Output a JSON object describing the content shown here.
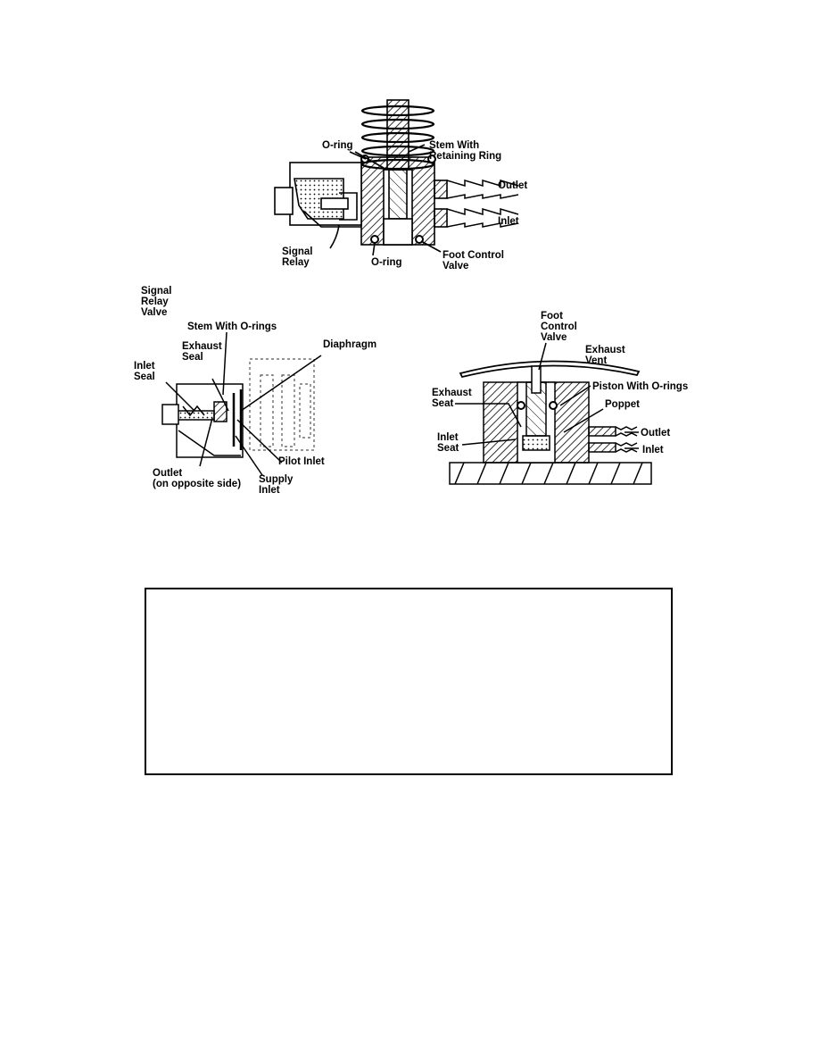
{
  "top_diagram": {
    "labels": {
      "o_ring_top": "O-ring",
      "stem_retaining": "Stem With\nRetaining Ring",
      "outlet": "Outlet",
      "inlet": "Inlet",
      "signal_relay": "Signal\nRelay",
      "o_ring_bottom": "O-ring",
      "foot_control_valve": "Foot Control\nValve"
    }
  },
  "left_diagram": {
    "labels": {
      "title": "Signal\nRelay\nValve",
      "stem_orings": "Stem With O-rings",
      "diaphragm": "Diaphragm",
      "exhaust_seal": "Exhaust\nSeal",
      "inlet_seal": "Inlet\nSeal",
      "pilot_inlet": "Pilot Inlet",
      "outlet_opposite": "Outlet\n(on opposite side)",
      "supply_inlet": "Supply\nInlet"
    }
  },
  "right_diagram": {
    "labels": {
      "title": "Foot\nControl\nValve",
      "exhaust_vent": "Exhaust\nVent",
      "exhaust_seat": "Exhaust\nSeat",
      "piston_orings": "Piston With O-rings",
      "poppet": "Poppet",
      "outlet": "Outlet",
      "inlet_seat": "Inlet\nSeat",
      "inlet": "Inlet"
    }
  },
  "caption_box": {}
}
